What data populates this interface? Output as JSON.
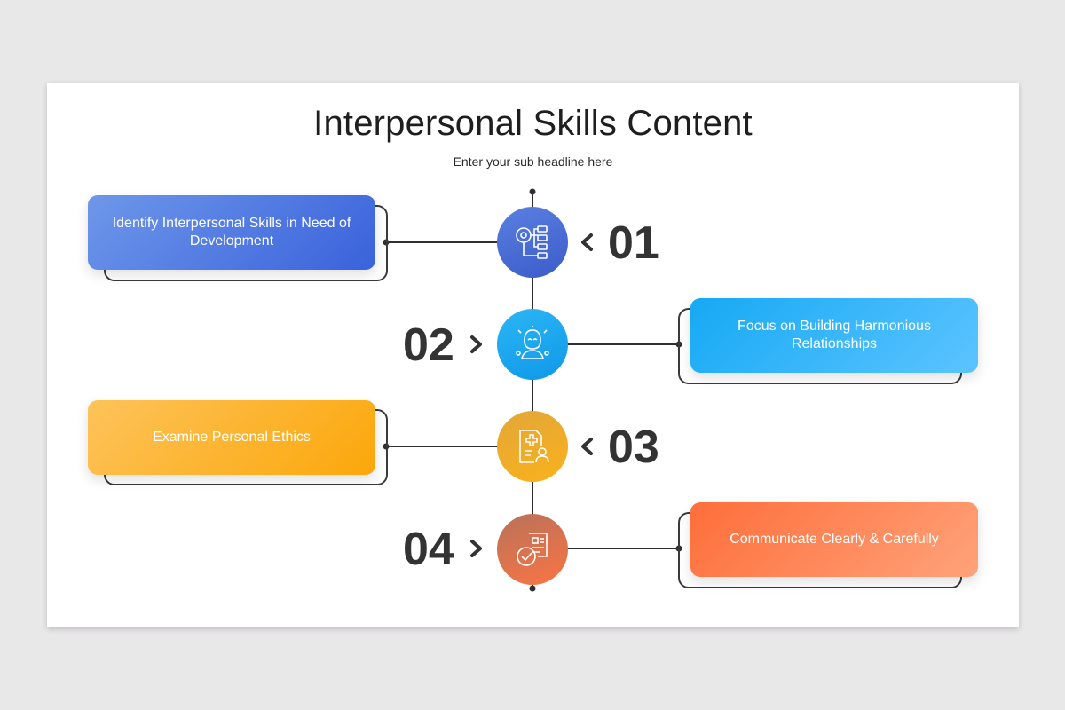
{
  "title": "Interpersonal Skills Content",
  "subtitle": "Enter your sub headline here",
  "steps": [
    {
      "number": "01",
      "label": "Identify Interpersonal Skills in Need of Development",
      "icon": "org-chart-icon",
      "color": "#3a62db"
    },
    {
      "number": "02",
      "label": "Focus on Building Harmonious Relationships",
      "icon": "meditation-person-icon",
      "color": "#16a9f4"
    },
    {
      "number": "03",
      "label": "Examine Personal Ethics",
      "icon": "medical-report-icon",
      "color": "#fca70a"
    },
    {
      "number": "04",
      "label": "Communicate Clearly & Carefully",
      "icon": "approved-document-icon",
      "color": "#fe6e3a"
    }
  ]
}
